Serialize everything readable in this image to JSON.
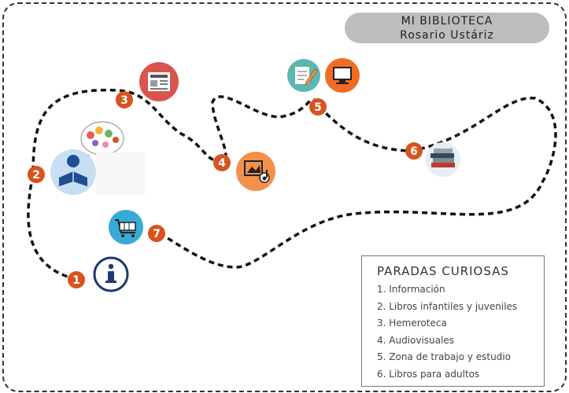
{
  "header": {
    "title": "MI BIBLIOTECA",
    "subtitle": "Rosario Ustáriz"
  },
  "stops": [
    {
      "number": "1",
      "icon": "info-icon"
    },
    {
      "number": "2",
      "icon": "reading-child-icon"
    },
    {
      "number": "3",
      "icon": "newspaper-icon"
    },
    {
      "number": "4",
      "icon": "audiovisual-icon"
    },
    {
      "number": "5",
      "icon": "computer-icon"
    },
    {
      "number": "6",
      "icon": "books-icon"
    },
    {
      "number": "7",
      "icon": "shopping-cart-icon"
    }
  ],
  "legend": {
    "title": "PARADAS CURIOSAS",
    "items": [
      "1. Información",
      "2. Libros infantiles y juveniles",
      "3. Hemeroteca",
      "4. Audiovisuales",
      "5. Zona de trabajo y estudio",
      "6. Libros para adultos"
    ]
  },
  "colors": {
    "stop_marker": "#d9531e",
    "path": "#111111",
    "pill": "#bdbdbd",
    "info": "#1f3a6e",
    "reading_bg": "#c7dff3",
    "newspaper_bg": "#d9534f",
    "audiovisual_bg": "#f2914a",
    "computer_bg": "#f26b22",
    "notepad_bg": "#5bb7b0",
    "cart_bg": "#39a9d6"
  }
}
